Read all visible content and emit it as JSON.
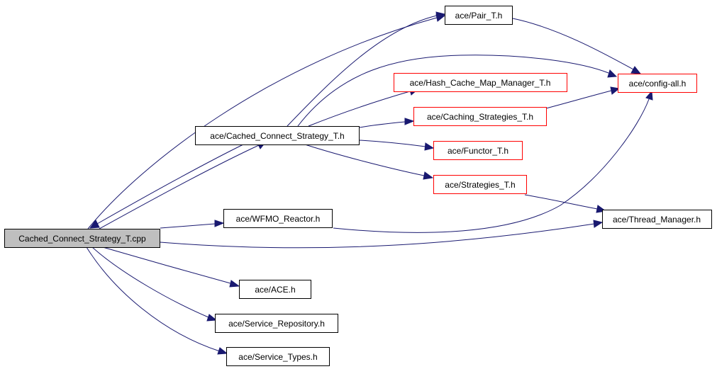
{
  "colors": {
    "edge": "#191970",
    "root_fill": "#bfbfbf",
    "plain_border": "#000000",
    "linked_border": "#ff0000"
  },
  "nodes": [
    {
      "id": "root",
      "label": "Cached_Connect_Strategy_T.cpp",
      "style": "root"
    },
    {
      "id": "pair",
      "label": "ace/Pair_T.h",
      "style": "plain"
    },
    {
      "id": "cached",
      "label": "ace/Cached_Connect_Strategy_T.h",
      "style": "plain"
    },
    {
      "id": "hashcache",
      "label": "ace/Hash_Cache_Map_Manager_T.h",
      "style": "linked"
    },
    {
      "id": "config",
      "label": "ace/config-all.h",
      "style": "linked"
    },
    {
      "id": "caching",
      "label": "ace/Caching_Strategies_T.h",
      "style": "linked"
    },
    {
      "id": "functor",
      "label": "ace/Functor_T.h",
      "style": "linked"
    },
    {
      "id": "strategies",
      "label": "ace/Strategies_T.h",
      "style": "linked"
    },
    {
      "id": "wfmo",
      "label": "ace/WFMO_Reactor.h",
      "style": "plain"
    },
    {
      "id": "thread",
      "label": "ace/Thread_Manager.h",
      "style": "plain"
    },
    {
      "id": "ace",
      "label": "ace/ACE.h",
      "style": "plain"
    },
    {
      "id": "servrepo",
      "label": "ace/Service_Repository.h",
      "style": "plain"
    },
    {
      "id": "servtypes",
      "label": "ace/Service_Types.h",
      "style": "plain"
    }
  ],
  "edges": [
    {
      "from": "root",
      "to": "pair"
    },
    {
      "from": "root",
      "to": "cached"
    },
    {
      "from": "root",
      "to": "wfmo"
    },
    {
      "from": "root",
      "to": "thread"
    },
    {
      "from": "root",
      "to": "ace"
    },
    {
      "from": "root",
      "to": "servrepo"
    },
    {
      "from": "root",
      "to": "servtypes"
    },
    {
      "from": "cached",
      "to": "pair"
    },
    {
      "from": "cached",
      "to": "config"
    },
    {
      "from": "cached",
      "to": "hashcache"
    },
    {
      "from": "cached",
      "to": "caching"
    },
    {
      "from": "cached",
      "to": "functor"
    },
    {
      "from": "cached",
      "to": "strategies"
    },
    {
      "from": "cached",
      "to": "root"
    },
    {
      "from": "pair",
      "to": "config"
    },
    {
      "from": "caching",
      "to": "config"
    },
    {
      "from": "strategies",
      "to": "thread"
    },
    {
      "from": "wfmo",
      "to": "config"
    }
  ]
}
